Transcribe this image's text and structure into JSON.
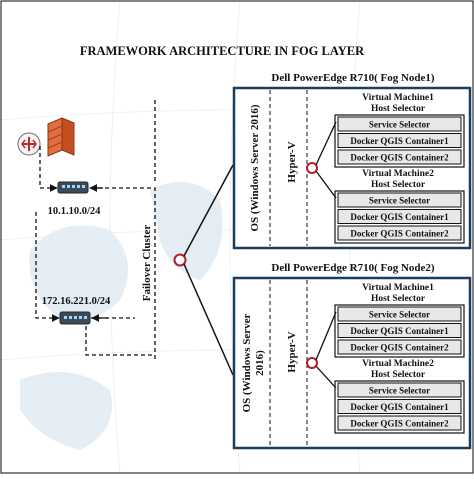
{
  "title": "FRAMEWORK ARCHITECTURE IN FOG LAYER",
  "network": {
    "switch1_ip": "10.1.10.0/24",
    "switch2_ip": "172.16.221.0/24",
    "cluster_label": "Failover Cluster",
    "icons": [
      "router-icon",
      "firewall-icon",
      "network-switch-icon"
    ]
  },
  "nodes": [
    {
      "title": "Dell PowerEdge R710( Fog Node1)",
      "os_line1": "OS (Windows Server 2016)",
      "os_line2": "",
      "hypervisor": "Hyper-V",
      "vms": [
        {
          "title1": "Virtual Machine1",
          "title2": "Host Selector",
          "rows": [
            "Service Selector",
            "Docker QGIS Container1",
            "Docker QGIS Container2"
          ]
        },
        {
          "title1": "Virtual Machine2",
          "title2": "Host Selector",
          "rows": [
            "Service Selector",
            "Docker QGIS Container1",
            "Docker QGIS Container2"
          ]
        }
      ]
    },
    {
      "title": "Dell PowerEdge R710( Fog Node2)",
      "os_line1": "OS (Windows Server",
      "os_line2": "2016)",
      "hypervisor": "Hyper-V",
      "vms": [
        {
          "title1": "Virtual Machine1",
          "title2": "Host Selector",
          "rows": [
            "Service Selector",
            "Docker QGIS Container1",
            "Docker QGIS Container2"
          ]
        },
        {
          "title1": "Virtual Machine2",
          "title2": "Host Selector",
          "rows": [
            "Service Selector",
            "Docker QGIS Container1",
            "Docker QGIS Container2"
          ]
        }
      ]
    }
  ],
  "colors": {
    "node_border": "#1a3e5c",
    "row_fill": "#e8e8e8",
    "hub_stroke": "#b0202a",
    "background_map": "#dbe8f0"
  }
}
